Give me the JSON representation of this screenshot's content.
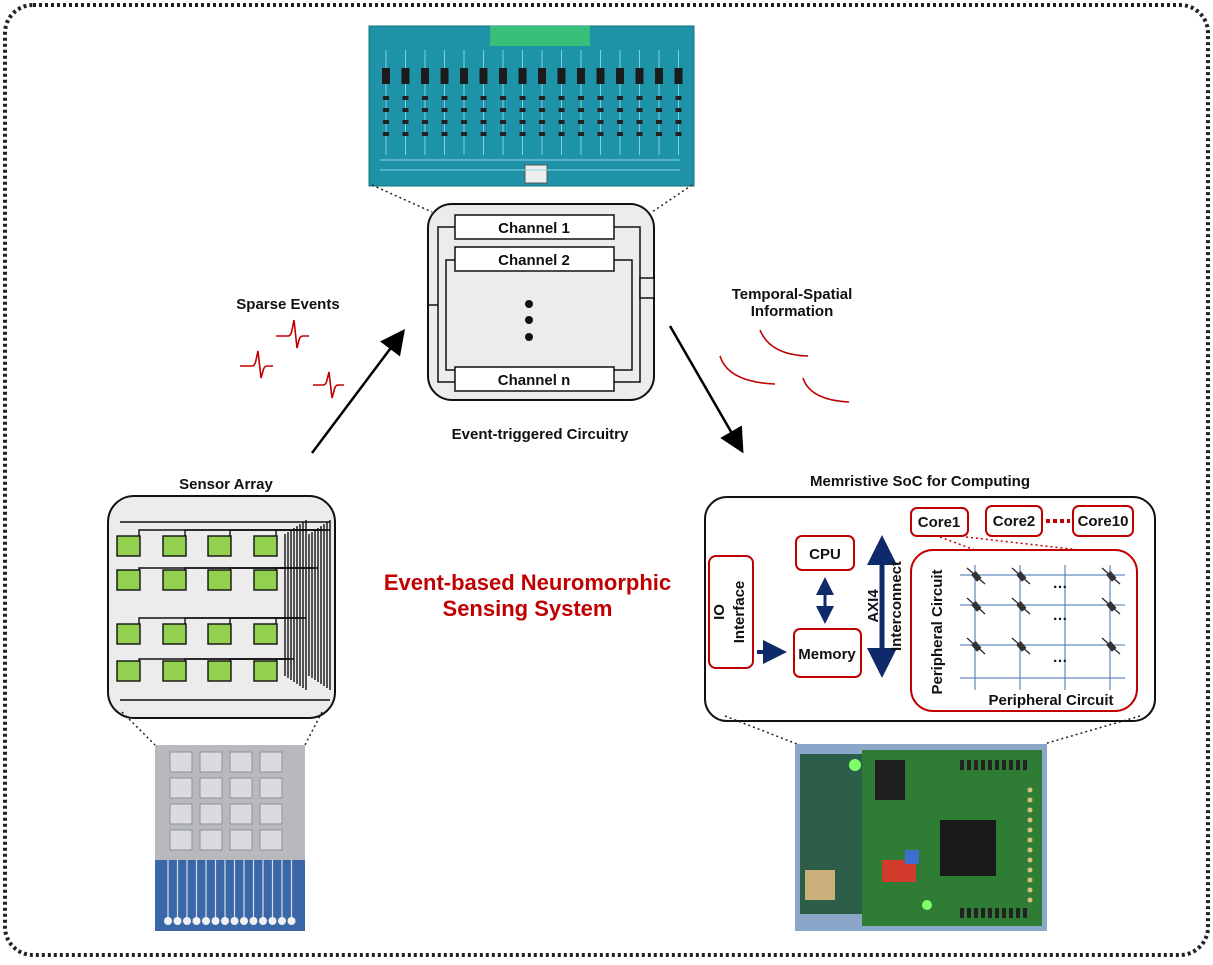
{
  "main_title": {
    "line1": "Event-based Neuromorphic",
    "line2": "Sensing System"
  },
  "labels": {
    "sparse_events": "Sparse Events",
    "temporal_spatial_1": "Temporal-Spatial",
    "temporal_spatial_2": "Information",
    "event_circuitry": "Event-triggered Circuitry",
    "sensor_array": "Sensor Array",
    "soc_title": "Memristive SoC for Computing"
  },
  "channels": [
    "Channel 1",
    "Channel 2",
    "Channel n"
  ],
  "soc": {
    "io_1": "IO",
    "io_2": "Interface",
    "cpu": "CPU",
    "memory": "Memory",
    "axi_1": "AXI4",
    "axi_2": "Interconnect",
    "cores": [
      "Core1",
      "Core2",
      "Core10"
    ],
    "periph_left": "Peripheral Circuit",
    "periph_bottom": "Peripheral Circuit",
    "ellipsis": "…"
  },
  "colors": {
    "accent_red": "#c00000",
    "navy": "#0e2a6b",
    "pad_green": "#92d050",
    "pcb_teal": "#1f8fa6",
    "pcb_green": "#2f7a35",
    "panel_gray": "#ececec"
  }
}
